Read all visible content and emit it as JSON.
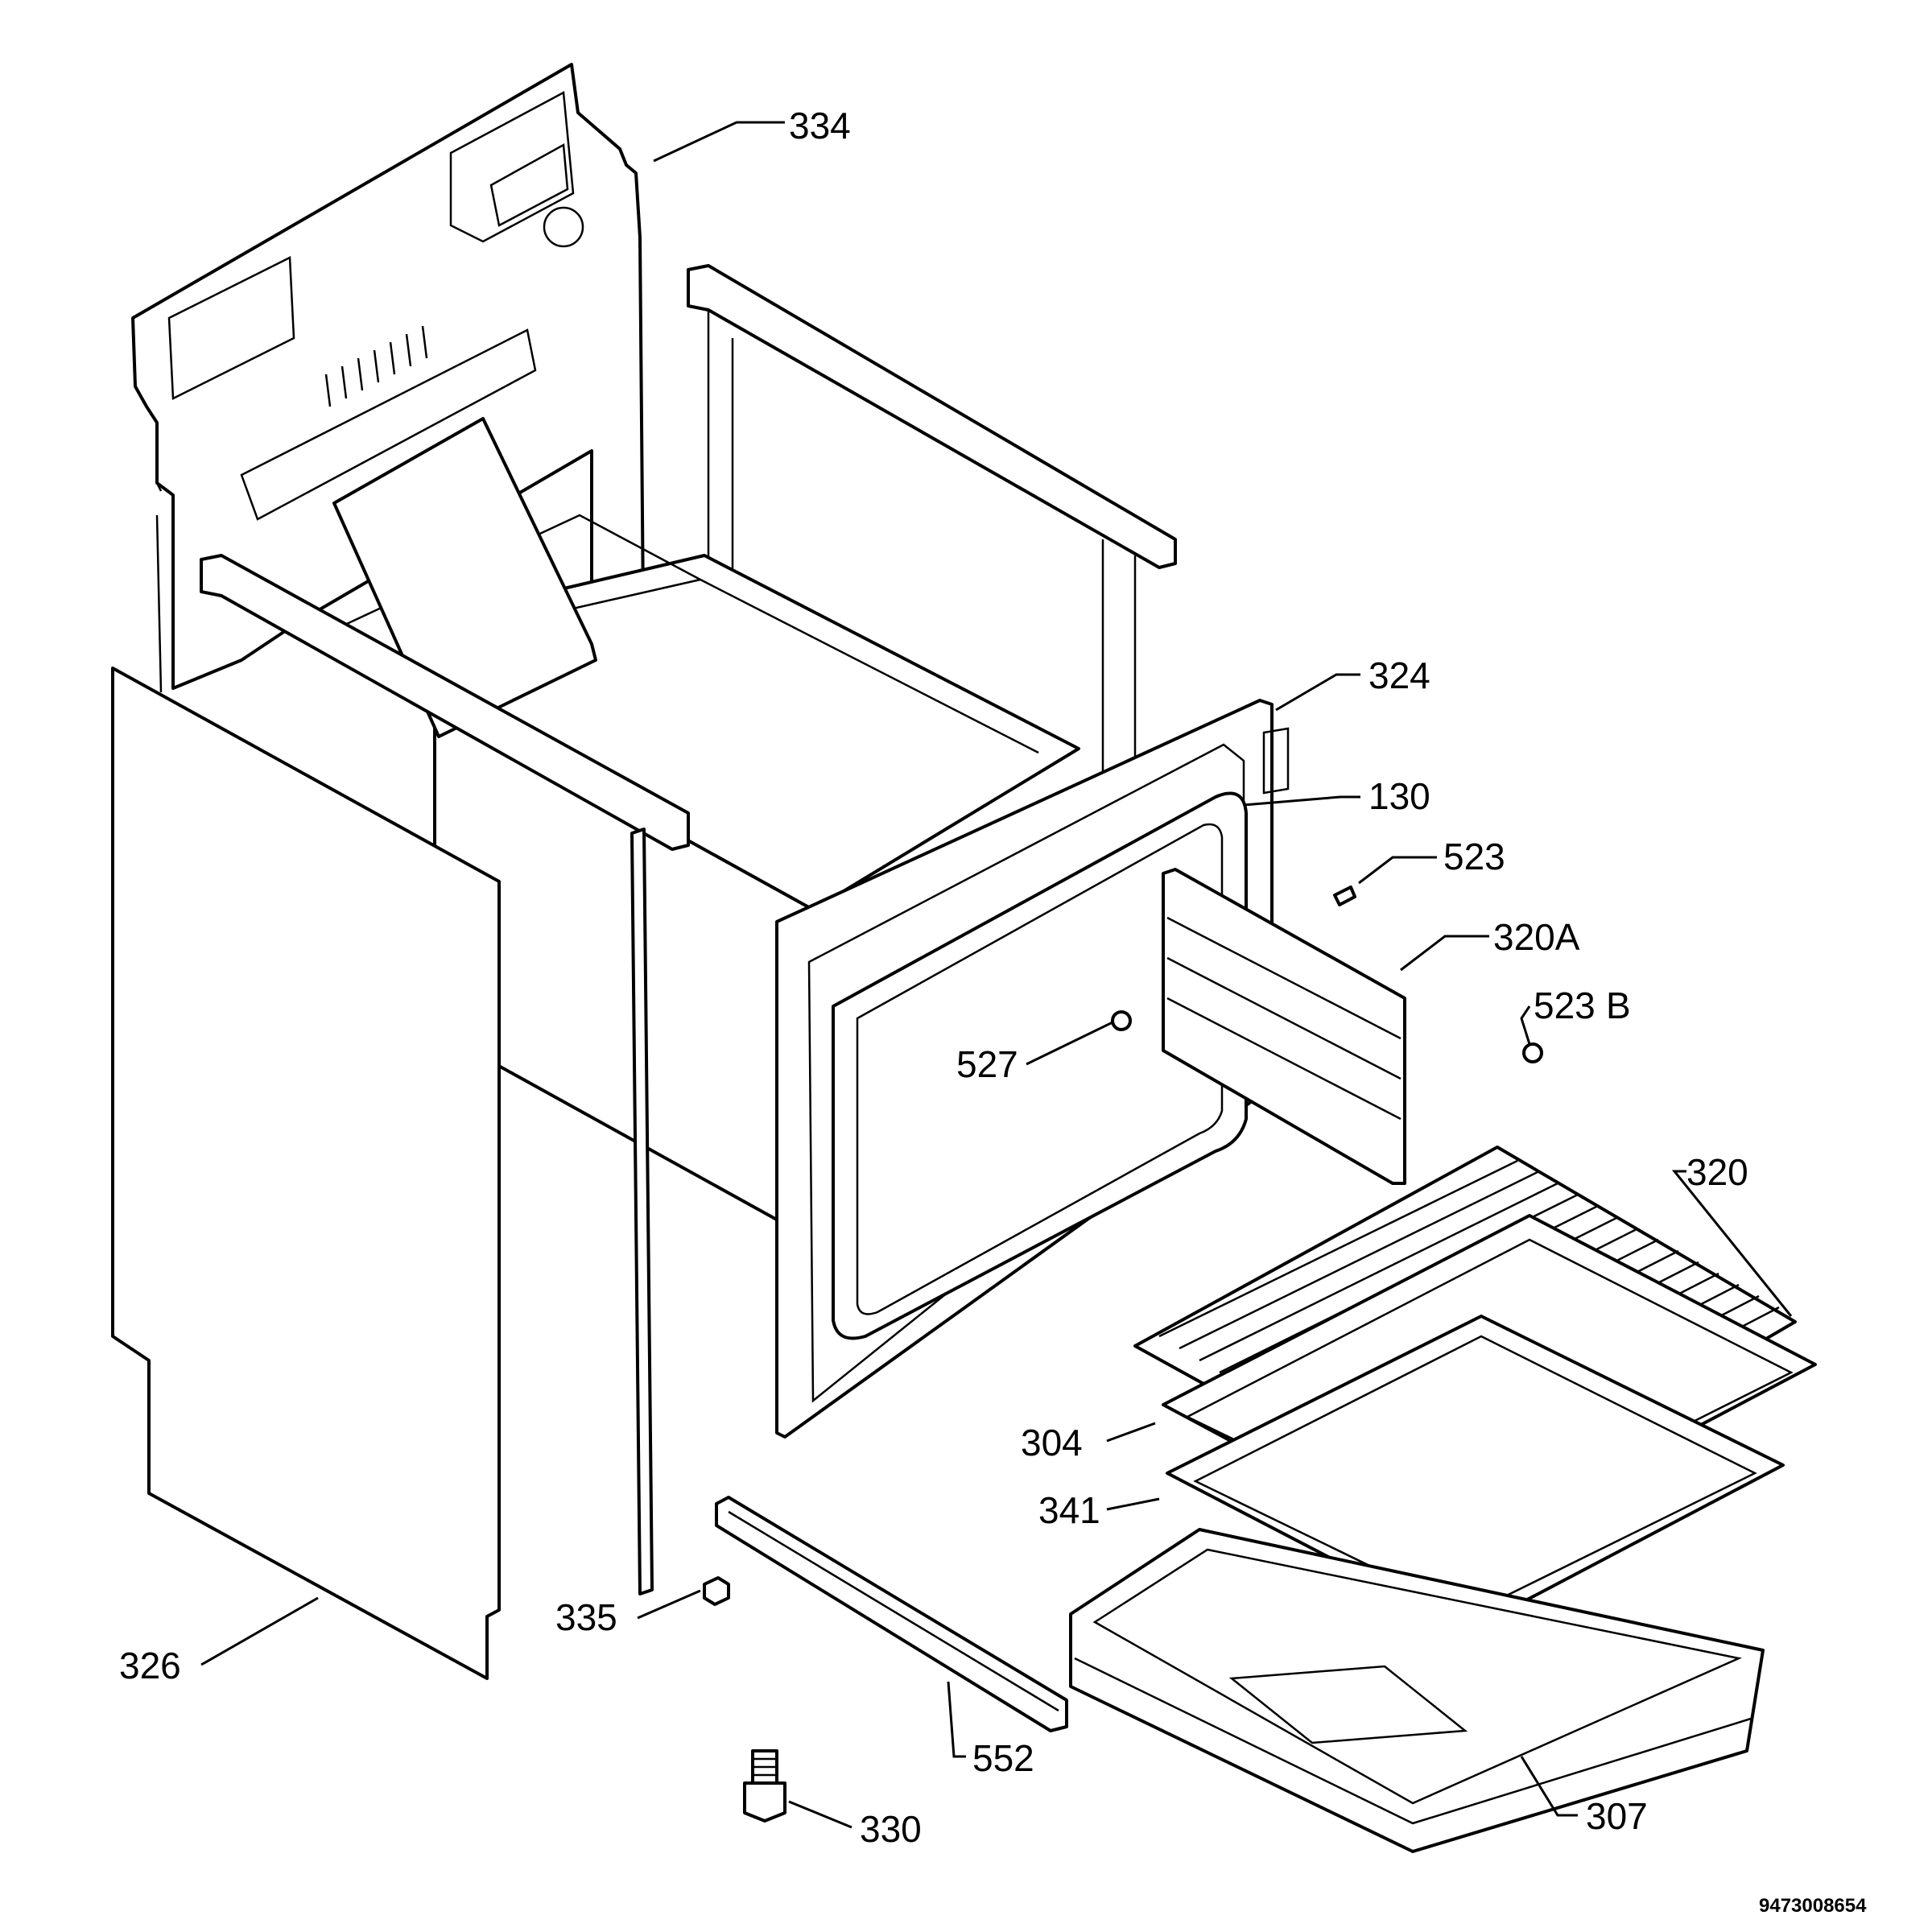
{
  "labels": {
    "p334": "334",
    "p324": "324",
    "p130": "130",
    "p523": "523",
    "p320A": "320A",
    "p523B_num": "523",
    "p523B_letter": "B",
    "p527": "527",
    "p320": "320",
    "p304": "304",
    "p341": "341",
    "p335": "335",
    "p326": "326",
    "p552": "552",
    "p330": "330",
    "p307": "307"
  },
  "drawing_code": "9473008654"
}
